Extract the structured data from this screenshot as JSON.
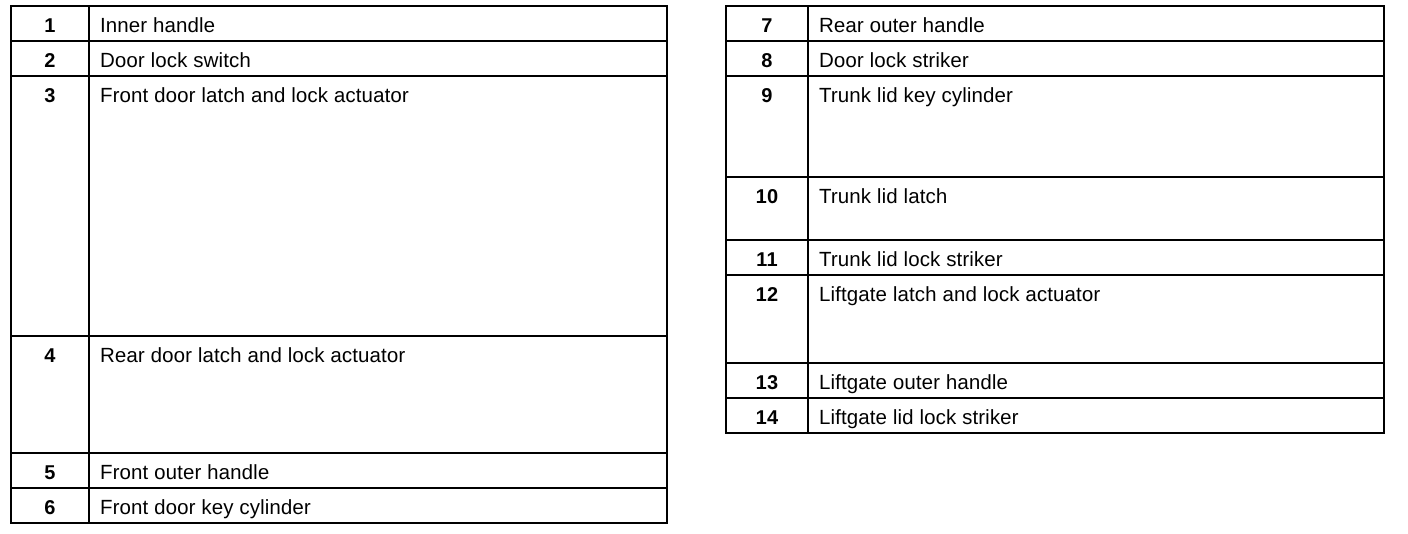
{
  "document": {
    "kind": "parts-legend",
    "background_color": "#ffffff",
    "text_color": "#000000",
    "border_color": "#000000"
  },
  "tables": [
    {
      "id": "left",
      "columns": [
        "index",
        "description"
      ],
      "rows": [
        {
          "index": "1",
          "description": "Inner handle",
          "size": "short"
        },
        {
          "index": "2",
          "description": "Door lock switch",
          "size": "short"
        },
        {
          "index": "3",
          "description": "Front door latch and lock actuator",
          "size": "xtall"
        },
        {
          "index": "4",
          "description": "Rear door latch and lock actuator",
          "size": "tall"
        },
        {
          "index": "5",
          "description": "Front outer handle",
          "size": "short"
        },
        {
          "index": "6",
          "description": "Front door key cylinder",
          "size": "short"
        }
      ]
    },
    {
      "id": "right",
      "columns": [
        "index",
        "description"
      ],
      "rows": [
        {
          "index": "7",
          "description": "Rear outer handle",
          "size": "short"
        },
        {
          "index": "8",
          "description": "Door lock striker",
          "size": "short"
        },
        {
          "index": "9",
          "description": "Trunk lid key cylinder",
          "size": "mid3"
        },
        {
          "index": "10",
          "description": "Trunk lid latch",
          "size": "mid2"
        },
        {
          "index": "11",
          "description": "Trunk lid lock striker",
          "size": "short"
        },
        {
          "index": "12",
          "description": "Liftgate latch and lock actuator",
          "size": "mid"
        },
        {
          "index": "13",
          "description": "Liftgate outer handle",
          "size": "short"
        },
        {
          "index": "14",
          "description": "Liftgate lid lock striker",
          "size": "short"
        }
      ]
    }
  ]
}
